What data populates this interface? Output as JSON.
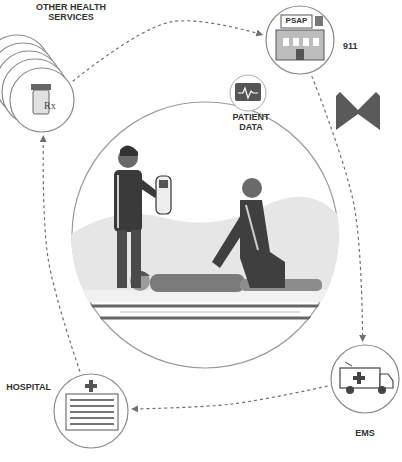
{
  "diagram": {
    "nodes": [
      {
        "text": [
          "OTHER HEALTH SERVICES"
        ]
      },
      {
        "text": [
          "PSAP",
          "911"
        ]
      },
      {
        "text": [
          "PATIENT DATA"
        ]
      },
      {
        "text": [
          "EMS"
        ]
      },
      {
        "text": [
          "HOSPITAL"
        ]
      }
    ],
    "edges": [
      {
        "from": 0,
        "to": 1,
        "arrow": "to"
      },
      {
        "from": 1,
        "to": 3,
        "arrow": "to"
      },
      {
        "from": 3,
        "to": 4,
        "arrow": "to"
      },
      {
        "from": 4,
        "to": 0,
        "arrow": "to"
      }
    ],
    "labels": [
      "Rx"
    ]
  }
}
